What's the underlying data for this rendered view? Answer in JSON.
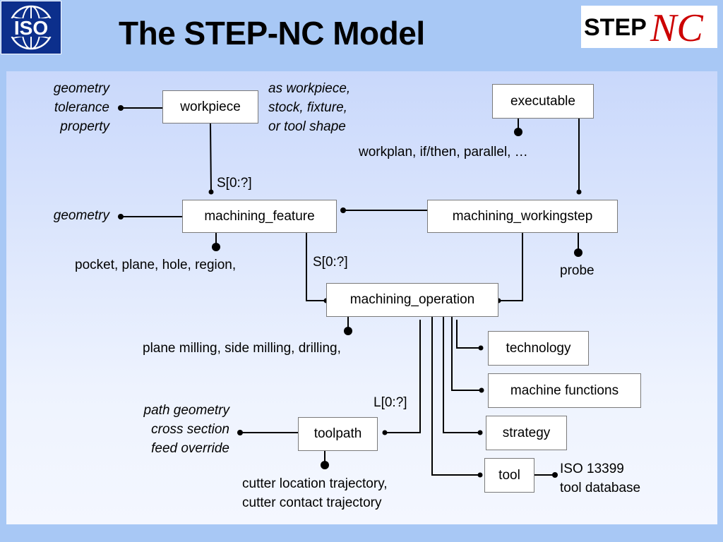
{
  "header": {
    "title": "The STEP-NC Model",
    "iso_logo_text": "ISO",
    "stepnc_logo": {
      "step": "STEP",
      "nc": "NC"
    }
  },
  "colors": {
    "background": "#a8c8f5",
    "panel": "#dfe8fd",
    "iso_blue": "#0c2f8c",
    "stepnc_red": "#cc0000",
    "line": "#000000"
  },
  "diagram": {
    "entities": {
      "workpiece": "workpiece",
      "executable": "executable",
      "machining_feature": "machining_feature",
      "machining_workingstep": "machining_workingstep",
      "machining_operation": "machining_operation",
      "technology": "technology",
      "machine_functions": "machine functions",
      "strategy": "strategy",
      "tool": "tool",
      "toolpath": "toolpath"
    },
    "annotations": {
      "workpiece_attrs": [
        "geometry",
        "tolerance",
        "property"
      ],
      "workpiece_shape": [
        "as workpiece,",
        "stock, fixture,",
        "or tool shape"
      ],
      "executable_subtypes": "workplan, if/then, parallel, …",
      "workpiece_feature_cardinality": "S[0:?]",
      "feature_geometry": "geometry",
      "feature_subtypes": "pocket, plane, hole, region,",
      "feature_operation_cardinality": "S[0:?]",
      "workingstep_subtype": "probe",
      "operation_subtypes": "plane milling, side milling, drilling,",
      "toolpath_cardinality": "L[0:?]",
      "toolpath_attrs": [
        "path geometry",
        "cross section",
        "feed override"
      ],
      "toolpath_subtypes": [
        "cutter location trajectory,",
        "cutter contact trajectory"
      ],
      "tool_reference": [
        "ISO 13399",
        "tool database"
      ]
    }
  }
}
